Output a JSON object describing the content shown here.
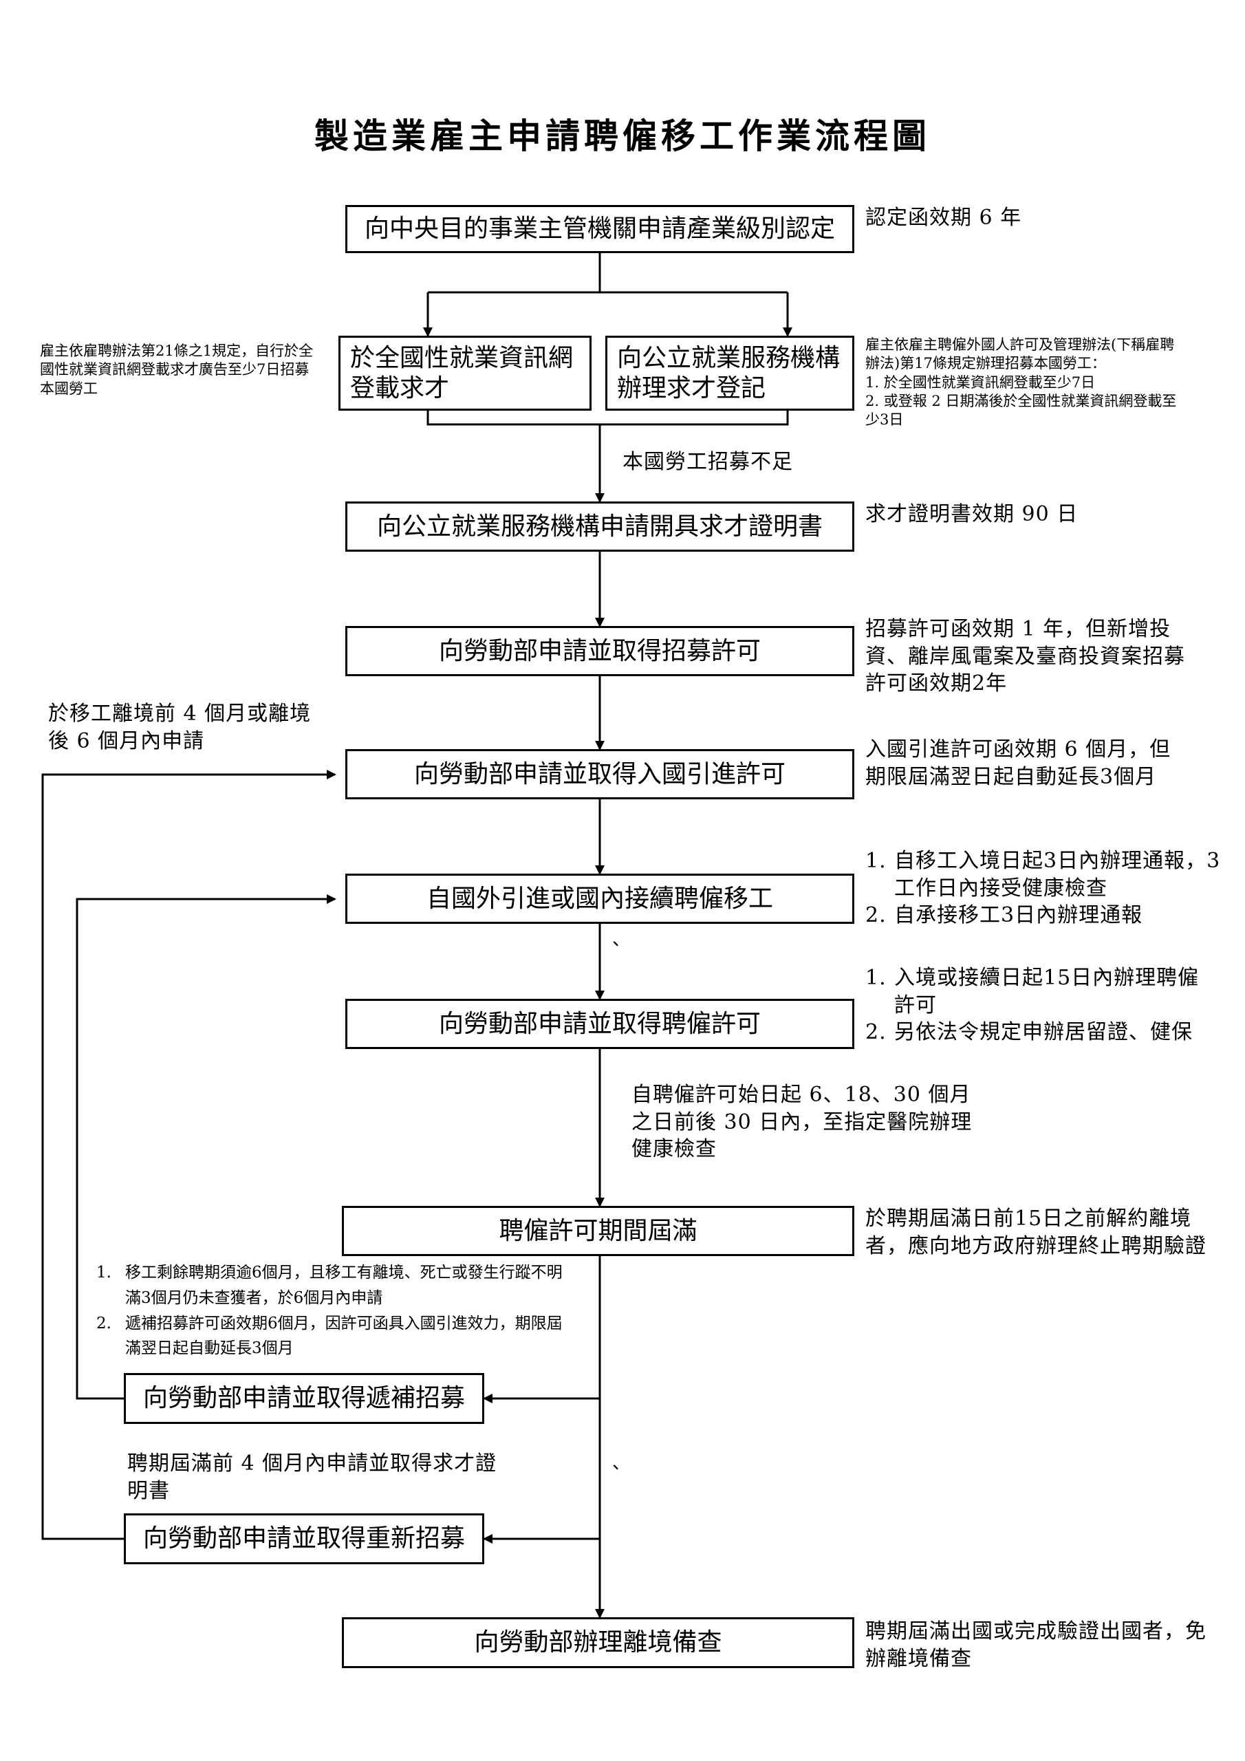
{
  "title": "製造業雇主申請聘僱移工作業流程圖",
  "boxes": {
    "b1": "向中央目的事業主管機關申請產業級別認定",
    "b2a_line1": "於全國性就業資訊網",
    "b2a_line2": "登載求才",
    "b2b_line1": "向公立就業服務機構",
    "b2b_line2": "辦理求才登記",
    "b3": "向公立就業服務機構申請開具求才證明書",
    "b4": "向勞動部申請並取得招募許可",
    "b5": "向勞動部申請並取得入國引進許可",
    "b6": "自國外引進或國內接續聘僱移工",
    "b7": "向勞動部申請並取得聘僱許可",
    "b8": "聘僱許可期間屆滿",
    "b9": "向勞動部申請並取得遞補招募",
    "b10": "向勞動部申請並取得重新招募",
    "b11": "向勞動部辦理離境備查"
  },
  "notes": {
    "n1": "認定函效期 6 年",
    "n2_left": "雇主依雇聘辦法第21條之1規定，自行於全國性就業資訊網登載求才廣告至少7日招募本國勞工",
    "n2_right_head": "雇主依雇主聘僱外國人許可及管理辦法(下稱雇聘辦法)第17條規定辦理招募本國勞工：",
    "n2_right_item1": "1. 於全國性就業資訊網登載至少7日",
    "n2_right_item2": "2. 或登報 2 日期滿後於全國性就業資訊網登載至少3日",
    "n_insufficient": "本國勞工招募不足",
    "n3": "求才證明書效期 90 日",
    "n4": "招募許可函效期 1 年，但新增投資、離岸風電案及臺商投資案招募許可函效期2年",
    "n5_left": "於移工離境前 4 個月或離境後 6 個月內申請",
    "n5_right": "入國引進許可函效期 6 個月，但期限屆滿翌日起自動延長3個月",
    "n6_item1_num": "1.",
    "n6_item1": "自移工入境日起3日內辦理通報，3工作日內接受健康檢查",
    "n6_item2_num": "2.",
    "n6_item2": "自承接移工3日內辦理通報",
    "n7_item1_num": "1.",
    "n7_item1": "入境或接續日起15日內辦理聘僱許可",
    "n7_item2_num": "2.",
    "n7_item2": "另依法令規定申辦居留證、健保",
    "n_health": "自聘僱許可始日起 6、18、30 個月之日前後 30 日內，至指定醫院辦理健康檢查",
    "n8": "於聘期屆滿日前15日之前解約離境者，應向地方政府辦理終止聘期驗證",
    "n9_item1_num": "1.",
    "n9_item1": "移工剩餘聘期須逾6個月，且移工有離境、死亡或發生行蹤不明滿3個月仍未查獲者，於6個月內申請",
    "n9_item2_num": "2.",
    "n9_item2": "遞補招募許可函效期6個月，因許可函具入國引進效力，期限屆滿翌日起自動延長3個月",
    "n10": "聘期屆滿前 4 個月內申請並取得求才證明書",
    "n11": "聘期屆滿出國或完成驗證出國者，免辦離境備查",
    "stray_mark": "、"
  }
}
